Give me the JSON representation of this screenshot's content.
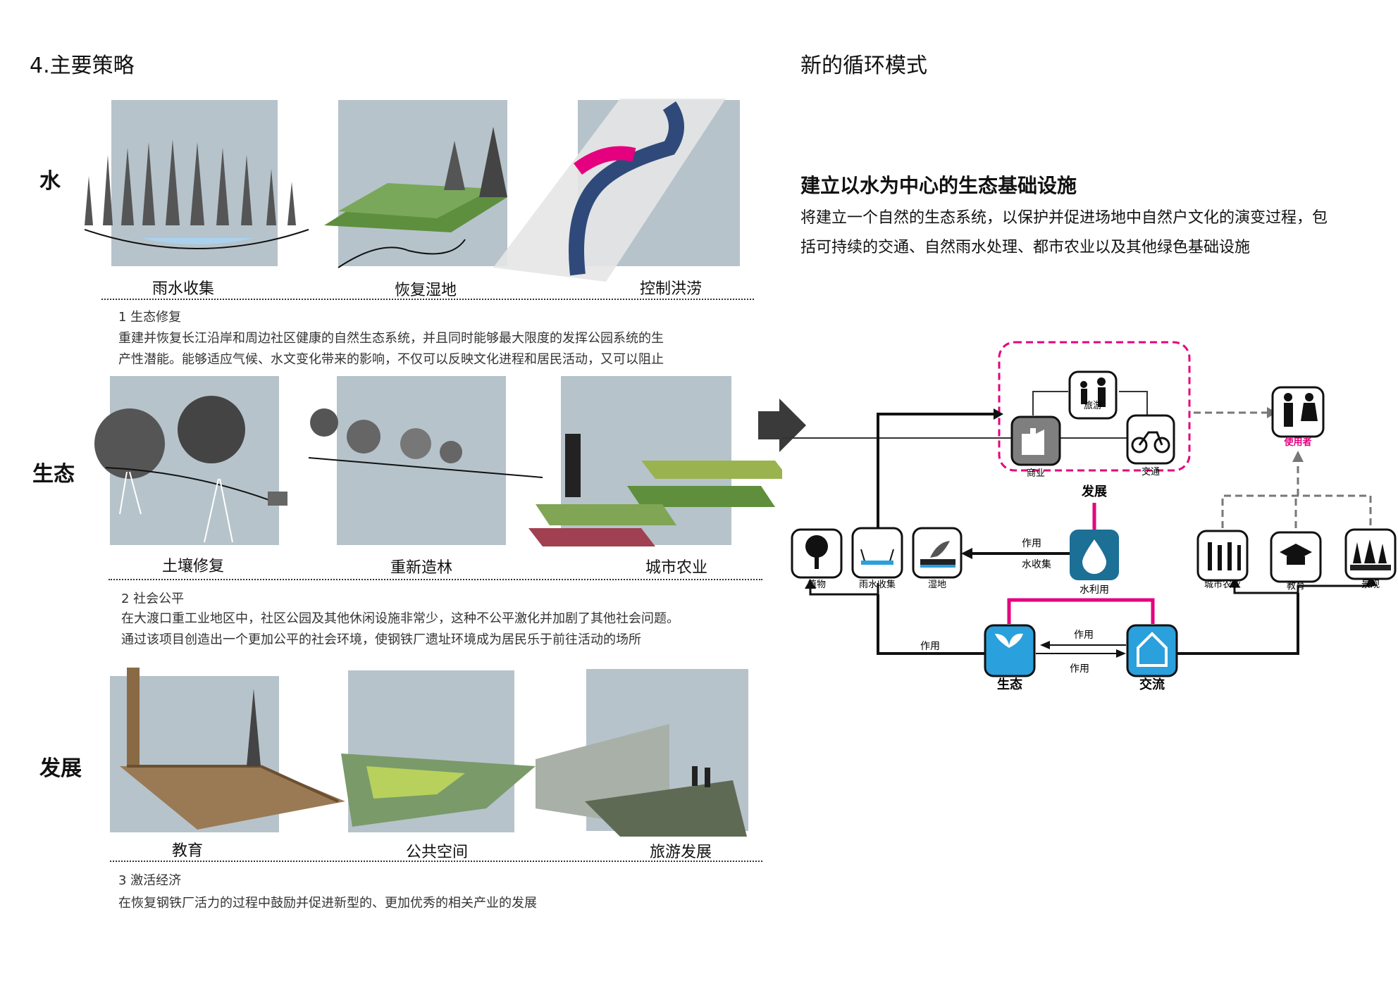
{
  "left": {
    "title": "4.主要策略",
    "rows": [
      {
        "label": "水",
        "captions": [
          "雨水收集",
          "恢复湿地",
          "控制洪涝"
        ]
      },
      {
        "label": "生态",
        "captions": [
          "土壤修复",
          "重新造林",
          "城市农业"
        ]
      },
      {
        "label": "发展",
        "captions": [
          "教育",
          "公共空间",
          "旅游发展"
        ]
      }
    ],
    "sections": [
      {
        "heading": "1 生态修复",
        "lines": [
          "重建并恢复长江沿岸和周边社区健康的自然生态系统，并且同时能够最大限度的发挥公园系统的生",
          "产性潜能。能够适应气候、水文变化带来的影响，不仅可以反映文化进程和居民活动，又可以阻止"
        ]
      },
      {
        "heading": "2 社会公平",
        "lines": [
          "在大渡口重工业地区中，社区公园及其他休闲设施非常少，这种不公平激化并加剧了其他社会问题。",
          "通过该项目创造出一个更加公平的社会环境，使钢铁厂遗址环境成为居民乐于前往活动的场所"
        ]
      },
      {
        "heading": "3 激活经济",
        "lines": [
          "在恢复钢铁厂活力的过程中鼓励并促进新型的、更加优秀的相关产业的发展"
        ]
      }
    ]
  },
  "right": {
    "title": "新的循环模式",
    "heading": "建立以水为中心的生态基础设施",
    "para": [
      "将建立一个自然的生态系统，以保护并促进场地中自然户文化的演变过程，包",
      "括可持续的交通、自然雨水处理、都市农业以及其他绿色基础设施"
    ],
    "diagram": {
      "top_group": {
        "icons": [
          "旅游",
          "商业",
          "交通"
        ],
        "label": "发展"
      },
      "user": "使用者",
      "water": "水利用",
      "left_icons": [
        "植物",
        "雨水收集",
        "湿地"
      ],
      "right_icons": [
        "城市农业",
        "教育",
        "景观"
      ],
      "eco": "生态",
      "exchange": "交流",
      "edge_labels": {
        "use1": "作用",
        "collect": "水收集",
        "use_left": "作用",
        "use_top": "作用",
        "use_bottom": "作用"
      },
      "colors": {
        "magenta": "#e5007f",
        "blue": "#2aa0dc",
        "water_blue": "#1c6f95",
        "grey_icon": "#7f7f7f"
      }
    }
  }
}
